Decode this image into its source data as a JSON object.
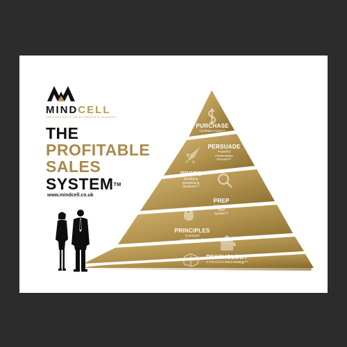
{
  "brand": {
    "name_part1": "MIND",
    "name_part2": "CELL",
    "tagline": "CREATING ELITE SALES PEOPLE & LEADERS"
  },
  "title": {
    "line1": "THE",
    "line2": "PROFITABLE",
    "line3": "SALES",
    "line4": "SYSTEM",
    "trademark": "TM"
  },
  "website": "www.mindcell.co.uk",
  "pyramid": {
    "levels": [
      {
        "name": "PURCHASE",
        "sub": [
          "Confident Close™"
        ],
        "icon": "dollar-icon"
      },
      {
        "name": "PERSUADE",
        "sub": [
          "Powerful",
          "Presentation",
          "Process™"
        ],
        "icon": "rocket-icon"
      },
      {
        "name": "PROBE",
        "sub": [
          "Qualifying",
          "Questioning",
          "Quadrant™"
        ],
        "icon": "magnifier-icon"
      },
      {
        "name": "PREP",
        "sub": [
          "S.M.A.R.T.",
          "Start",
          "System™"
        ],
        "icon": "flame-icon"
      },
      {
        "name": "PRINCIPLES",
        "sub": [
          "Convicted",
          "Communicator™"
        ],
        "icon": "puzzle-icon"
      },
      {
        "name": "PSYCHOLOGY",
        "sub": [
          "S.T.R.O.N.G Mind Strategy™"
        ],
        "icon": "brain-icon"
      }
    ]
  },
  "colors": {
    "background": "#2c2c2c",
    "card": "#ffffff",
    "gold_light": "#c9ab62",
    "gold_dark": "#8a6d2f",
    "text_dark": "#111111"
  }
}
